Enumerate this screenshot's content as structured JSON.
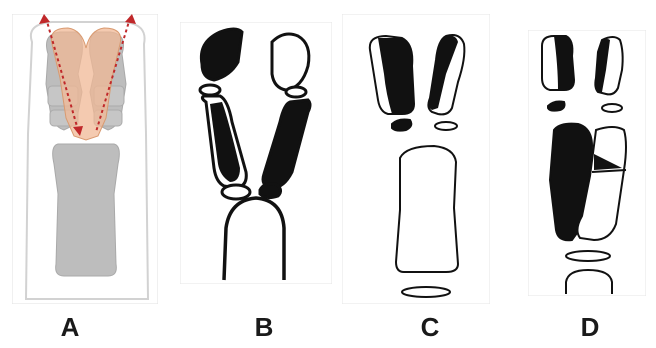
{
  "panels": [
    {
      "id": "A",
      "label": "A"
    },
    {
      "id": "B",
      "label": "B"
    },
    {
      "id": "C",
      "label": "C"
    },
    {
      "id": "D",
      "label": "D"
    }
  ],
  "colors": {
    "bone_gray": "#bdbdbd",
    "overlay_orange": "#f0b896",
    "arrow_red": "#c0282a",
    "ink": "#111111",
    "outline_light": "#cfcfcf"
  }
}
